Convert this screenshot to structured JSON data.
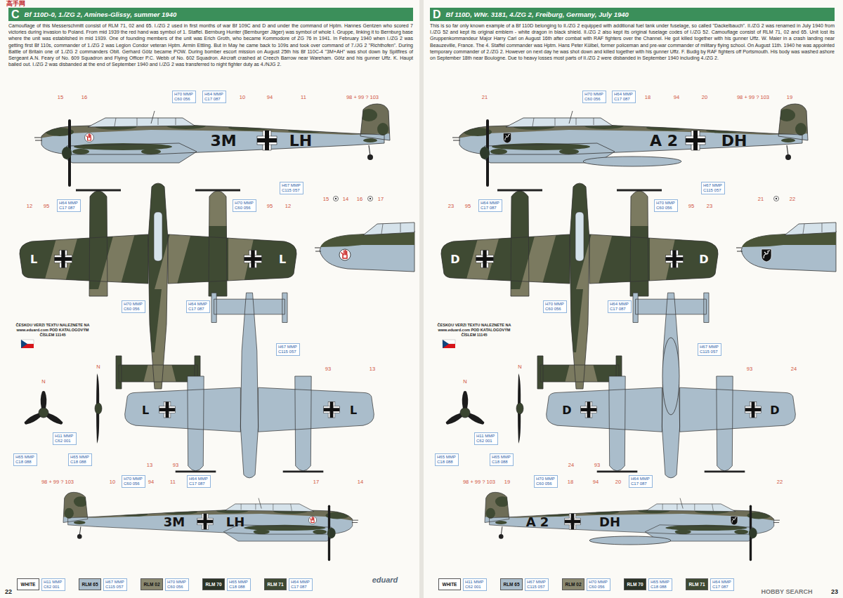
{
  "diagram": {
    "nodes": [
      {
        "text": [
          "C",
          "Bf 110D-0, 1./ZG 2, Amines-Glissy, summer 1940"
        ]
      },
      {
        "text": [
          "H70 MMP C60 056"
        ]
      },
      {
        "text": [
          "H64 MMP C17 087"
        ]
      },
      {
        "text": [
          "H67 MMP C115 057"
        ]
      },
      {
        "text": [
          "H64 MMP C17 087"
        ]
      },
      {
        "text": [
          "H70 MMP C60 056"
        ]
      },
      {
        "text": [
          "H70 MMP C60 056"
        ]
      },
      {
        "text": [
          "H64 MMP C17 087"
        ]
      },
      {
        "text": [
          "H67 MMP C115 057"
        ]
      },
      {
        "text": [
          "H11 MMP C62 001"
        ]
      },
      {
        "text": [
          "H65 MMP C18 088"
        ]
      },
      {
        "text": [
          "H65 MMP C18 088"
        ]
      },
      {
        "text": [
          "H70 MMP C60 056"
        ]
      },
      {
        "text": [
          "H64 MMP C17 087"
        ]
      },
      {
        "text": [
          "D",
          "Bf 110D, WNr. 3181, 4./ZG 2, Freiburg, Germany, July 1940"
        ]
      },
      {
        "text": [
          "H70 MMP C60 056"
        ]
      },
      {
        "text": [
          "H64 MMP C17 087"
        ]
      },
      {
        "text": [
          "H67 MMP C115 057"
        ]
      },
      {
        "text": [
          "H64 MMP C17 087"
        ]
      },
      {
        "text": [
          "H70 MMP C60 056"
        ]
      },
      {
        "text": [
          "H70 MMP C60 056"
        ]
      },
      {
        "text": [
          "H64 MMP C17 087"
        ]
      },
      {
        "text": [
          "H67 MMP C115 057"
        ]
      },
      {
        "text": [
          "H11 MMP C62 001"
        ]
      },
      {
        "text": [
          "H65 MMP C18 088"
        ]
      },
      {
        "text": [
          "H65 MMP C18 088"
        ]
      },
      {
        "text": [
          "H70 MMP C60 056"
        ]
      },
      {
        "text": [
          "H64 MMP C17 087"
        ]
      }
    ],
    "labels": [
      "Camouflage of this Messerschmitt consist of RLM 71, 02 and 65. I./ZG 2 used in first months of war Bf 109C and D and under the command of Hptm. Hannes Gentzen who scored 7 victories during invasion to Poland. From mid 1939 the red hand was symbol of 1. Staffel. Bernburg Hunter (Bernburger Jäger) was symbol of whole I. Gruppe, linking it to Bernburg base where the unit was established in mid 1939. One of founding members of the unit was Erich Groth, who became Kommodore of ZG 76 in 1941. In February 1940 when I./ZG 2 was getting first Bf 110s, commander of 1./ZG 2 was Legion Condor veteran Hptm. Armin Ettling. But in May he came back to 109s and took over command of 7./JG 2 \"Richthofen\". During Battle of Britain one of 1./ZG 2 commanders Oblt. Gerhard Götz became POW. During bomber escort mission on August 25th his Bf 110C-4 \"3M+AH\" was shot down by Spitfires of Sergeant A.N. Feary of No. 609 Squadron and Flying Officer P.C. Webb of No. 602 Squadron. Aircraft crashed at Creech Barrow near Wareham. Götz and his gunner Uffz. K. Haupt bailed out. I./ZG 2 was disbanded at the end of September 1940 and I./ZG 2 was transferred to night fighter duty as 4./NJG 2.",
      "15",
      "16",
      "10",
      "94",
      "11",
      "98 + 99 ? 103",
      "3M",
      "LH",
      "12",
      "95",
      "95",
      "12",
      "L",
      "L",
      "15",
      "14",
      "16",
      "17",
      "ČESKOU VERZI TEXTU NALEZNETE NA www.eduard.com POD KATALOGOVÝM ČÍSLEM 11145",
      "N",
      "N",
      "L",
      "L",
      "93",
      "13",
      "13",
      "93",
      "98 + 99 ? 103",
      "10",
      "94",
      "11",
      "17",
      "14",
      "3M",
      "LH",
      "H11 MMP C62 001",
      "H67 MMP C115 057",
      "H70 MMP C60 056",
      "H65 MMP C18 088",
      "H64 MMP C17 087",
      "22",
      "eduard",
      "This is so far only known example of a Bf 110D belonging to II./ZG 2 equipped with additional fuel tank under fuselage, so called \"Dackelbauch\". II./ZG 2 was renamed in July 1940 from I./ZG 52 and kept its original emblem - white dragon in black shield. II./ZG 2 also kept its original fuselage codes of I./ZG 52. Camouflage consist of RLM 71, 02 and 65. Unit lost its Gruppenkommandeur Major Harry Carl on August 16th after combat with RAF fighters over the Channel. He got killed together with his gunner Uffz. W. Maier in a crash landing near Beauzeville, France. The 4. Staffel commander was Hptm. Hans Peter Külbel, former policeman and pre-war commander of military flying school. On August 11th. 1940 he was appointed temporary commander of 2./ZG 2. However on next day he was shot down and killed together with his gunner Uffz. F. Budig by RAF fighters off Portsmouth. His body was washed ashore on September 18th near Boulogne. Due to heavy losses most parts of II./ZG 2 were disbanded in September 1940 including 4./ZG 2.",
      "21",
      "18",
      "94",
      "20",
      "98 + 99 ? 103",
      "19",
      "A 2",
      "DH",
      "23",
      "95",
      "95",
      "23",
      "D",
      "D",
      "21",
      "22",
      "ČESKOU VERZI TEXTU NALEZNETE NA www.eduard.com POD KATALOGOVÝM ČÍSLEM 11145",
      "N",
      "N",
      "D",
      "D",
      "93",
      "24",
      "24",
      "93",
      "98 + 99 ? 103",
      "19",
      "18",
      "94",
      "20",
      "22",
      "A 2",
      "DH",
      "H11 MMP C62 001",
      "H67 MMP C115 057",
      "H70 MMP C60 056",
      "H65 MMP C18 088",
      "H64 MMP C17 087",
      "23",
      "HOBBY SEARCH",
      "高手网"
    ],
    "legend": [
      {
        "text": "WHITE",
        "color": "#ffffff"
      },
      {
        "text": "RLM 65",
        "color": "#aabdcb"
      },
      {
        "text": "RLM 02",
        "color": "#8a8870"
      },
      {
        "text": "RLM 70",
        "color": "#2b3327"
      },
      {
        "text": "RLM 71",
        "color": "#3f4a33"
      },
      {
        "text": "WHITE",
        "color": "#ffffff"
      },
      {
        "text": "RLM 65",
        "color": "#aabdcb"
      },
      {
        "text": "RLM 02",
        "color": "#8a8870"
      },
      {
        "text": "RLM 70",
        "color": "#2b3327"
      },
      {
        "text": "RLM 71",
        "color": "#3f4a33"
      }
    ]
  }
}
